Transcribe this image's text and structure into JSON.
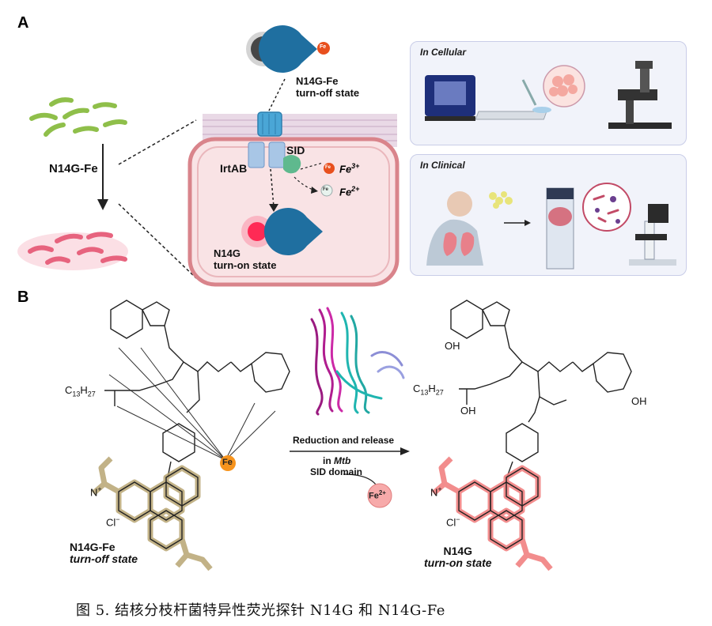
{
  "panel_a": {
    "letter": "A",
    "arrow_label": "N14G-Fe",
    "off_probe": {
      "metal": "Fe",
      "label_line1": "N14G-Fe",
      "label_line2": "turn-off state"
    },
    "transporter": "IrtAB",
    "sid": "SID",
    "fe3_chip": "Fe",
    "fe3_label": "Fe",
    "fe3_charge": "3+",
    "fe2_chip": "Fe",
    "fe2_label": "Fe",
    "fe2_charge": "2+",
    "on_probe": {
      "label_line1": "N14G",
      "label_line2": "turn-on state"
    },
    "cellular_title": "In Cellular",
    "clinical_title": "In Clinical"
  },
  "panel_b": {
    "letter": "B",
    "reaction_label": "Reduction and release",
    "reaction_in": "in ",
    "reaction_mtb": "Mtb",
    "reaction_domain": "SID domain",
    "fe2_bubble": "Fe",
    "fe2_bubble_charge": "2+",
    "left": {
      "fe_center": "Fe",
      "chain": "C",
      "chain_sub1": "13",
      "chain_h": "H",
      "chain_sub2": "27",
      "n_plus": "N",
      "plus": "+",
      "cl": "Cl",
      "minus": "−",
      "label_line1": "N14G-Fe",
      "label_line2": "turn-off state"
    },
    "right": {
      "oh_top": "OH",
      "chain": "C",
      "chain_sub1": "13",
      "chain_h": "H",
      "chain_sub2": "27",
      "oh_n": "OH",
      "oh_ring": "OH",
      "n_plus": "N",
      "plus": "+",
      "cl": "Cl",
      "minus": "−",
      "label_line1": "N14G",
      "label_line2": "turn-on state"
    }
  },
  "caption": "图 5. 结核分枝杆菌特异性荧光探针 N14G 和 N14G-Fe",
  "colors": {
    "green_bacteria": "#8fbf4a",
    "pink_bacteria": "#e7637e",
    "cell_border": "#d9848b",
    "cell_fill": "#f9e3e5",
    "protein_blue": "#1f6fa0",
    "fe_orange": "#f7941d",
    "probe_olive": "#b3a06a",
    "probe_red": "#f07a7a"
  }
}
